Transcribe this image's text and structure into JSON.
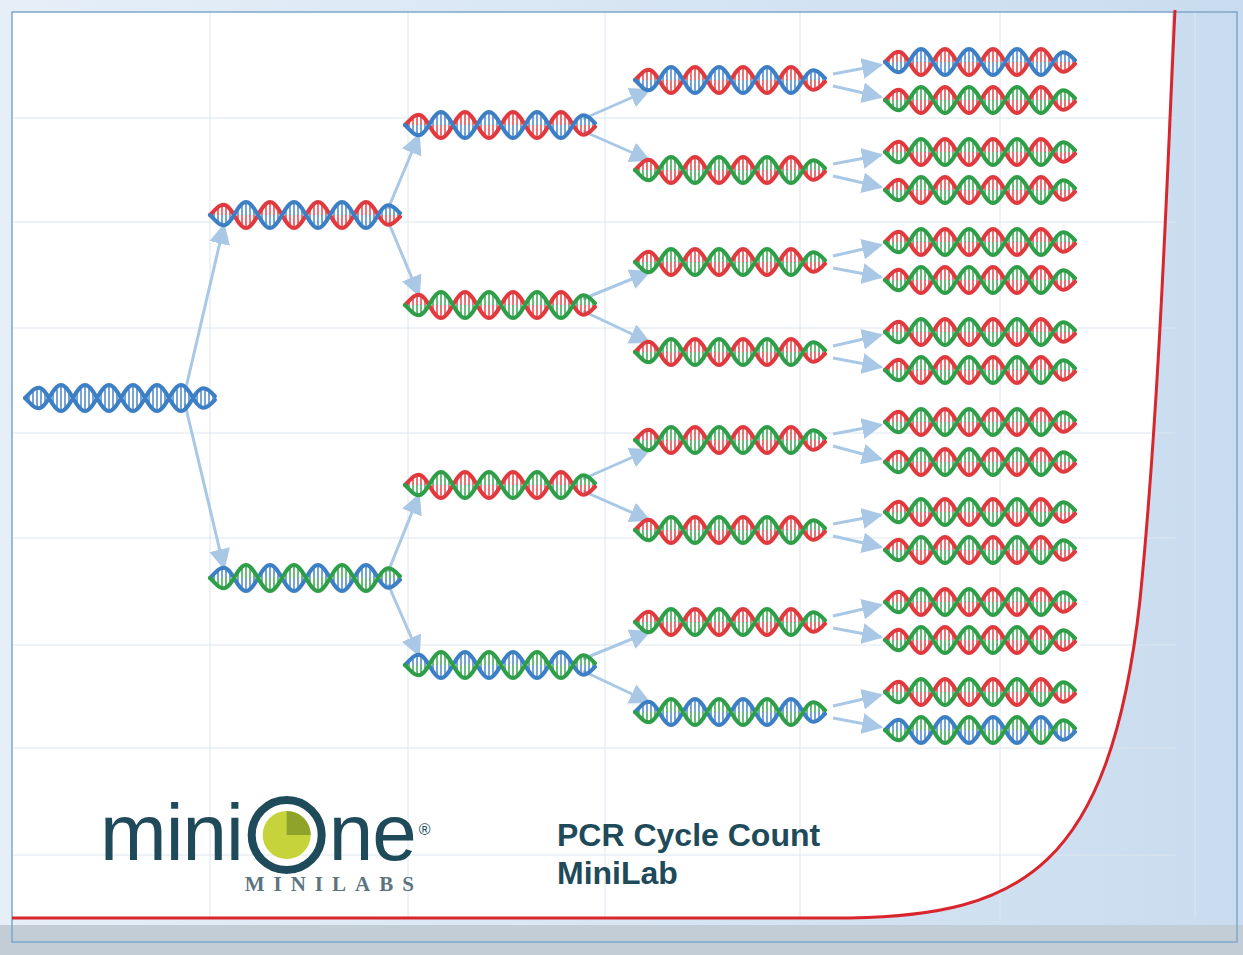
{
  "diagram": {
    "title": "PCR Cycle Count MiniLab",
    "labels": [
      "mini",
      "ne",
      "®",
      "MINILABS"
    ]
  }
}
